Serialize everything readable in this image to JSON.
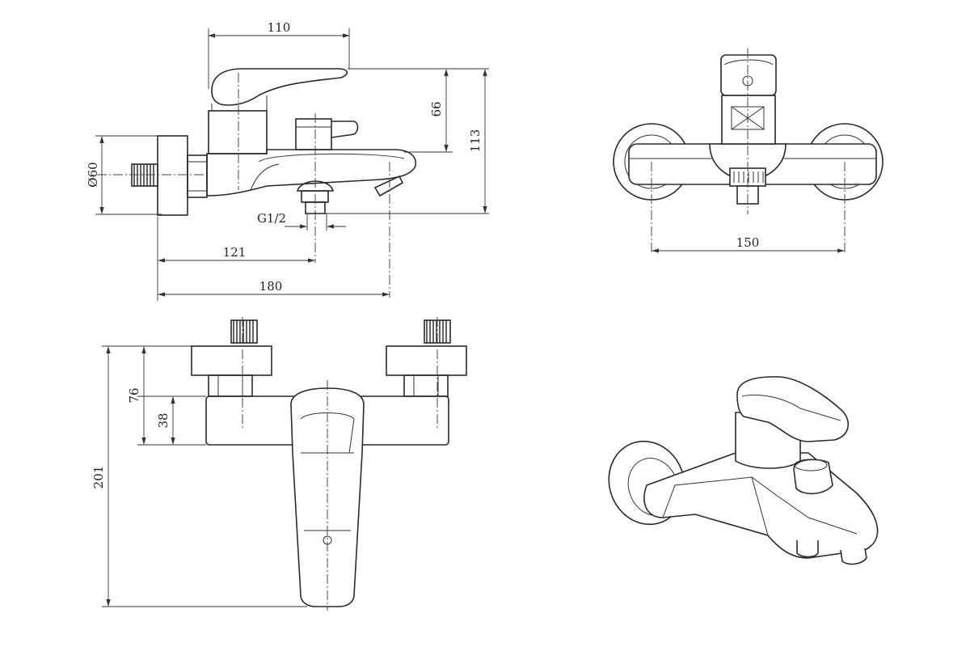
{
  "drawing": {
    "side_view": {
      "dim_110": "110",
      "dim_66": "66",
      "dim_113": "113",
      "dim_diameter": "Ø60",
      "dim_thread": "G1/2",
      "dim_121": "121",
      "dim_180": "180"
    },
    "front_view": {
      "dim_150": "150"
    },
    "top_view": {
      "dim_76": "76",
      "dim_38": "38",
      "dim_201": "201"
    }
  }
}
